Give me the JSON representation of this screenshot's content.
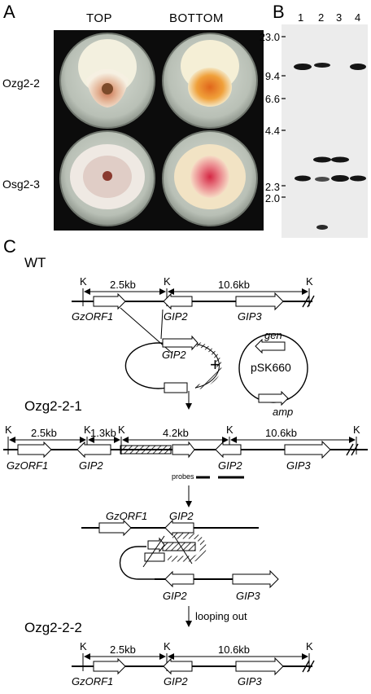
{
  "panels": {
    "a": "A",
    "b": "B",
    "c": "C"
  },
  "panel_a": {
    "columns": [
      "TOP",
      "BOTTOM"
    ],
    "rows": [
      "Ozg2-2",
      "Osg2-3"
    ]
  },
  "panel_b": {
    "lanes": [
      "1",
      "2",
      "3",
      "4"
    ],
    "markers": [
      "23.0",
      "9.4",
      "6.6",
      "4.4",
      "2.3",
      "2.0"
    ]
  },
  "panel_c": {
    "wt_title": "WT",
    "k": "K",
    "len_2_5": "2.5kb",
    "len_10_6": "10.6kb",
    "len_1_3": "1.3kb",
    "len_4_2": "4.2kb",
    "gzorf1": "GzORF1",
    "gip2": "GIP2",
    "gip3": "GIP3",
    "gen": "gen",
    "amp": "amp",
    "plasmid": "pSK660",
    "plus": "+",
    "mid_title": "Ozg2-2-1",
    "probes": "probes",
    "looping": "looping out",
    "final_title": "Ozg2-2-2"
  },
  "colors": {
    "plate_bg": "#0c0c0c",
    "blot_bg": "#e9e9e9",
    "band": "#151515"
  }
}
